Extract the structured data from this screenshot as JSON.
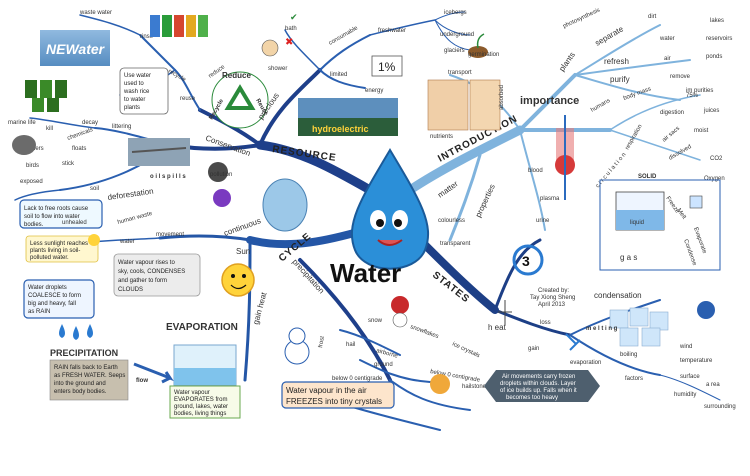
{
  "center": {
    "title": "Water"
  },
  "branches": {
    "resource": "RESOURCE",
    "introduction": "INTRODUCTION",
    "cycle": "CYCLE",
    "states": "STATES"
  },
  "resource": {
    "conservation": "Conservation",
    "reduce": "reduce",
    "reuse": "reuse",
    "recycle": "recycle",
    "waste_water": "waste water",
    "rinse": "rinse",
    "reuse_box": [
      "Use water",
      "used to",
      "wash rice",
      "to water",
      "plants"
    ],
    "bath": "bath",
    "shower": "shower",
    "precious": "precious",
    "consumable": "consumable",
    "freshwater": "freshwater",
    "icebergs": "icebergs",
    "underground": "underground",
    "glaciers": "glaciers",
    "limited": "limited",
    "one_percent": "1%",
    "energy": "energy",
    "hydroelectric": "hydroelectric",
    "pollution": "pollution",
    "oil_spills": "o i l  s p i l l s",
    "littering": "littering",
    "decay": "decay",
    "chemicals": "chemicals",
    "marine_life": "marine life",
    "kill": "kill",
    "feathers": "feathers",
    "birds": "birds",
    "stick": "stick",
    "floats": "floats",
    "deforestation": "deforestation",
    "exposed": "exposed",
    "soil": "soil",
    "soil_box": [
      "Lack to free roots cause",
      "soil to flow into water",
      "bodies."
    ],
    "sunlight_box": [
      "Less sunlight reaches",
      "plants living in soil-",
      "polluted water."
    ],
    "unhealed": "unhealed",
    "human_waste": "human waste",
    "recycle_logo": [
      "Reduce",
      "Reuse",
      "Recycle"
    ],
    "newater": "NEWater"
  },
  "introduction": {
    "transport": "transport",
    "germination": "germination",
    "absorbed": "absorbed",
    "nutrients": "nutrients",
    "photosynthesis": "photosynthesis",
    "plants": "plants",
    "separate": "separate",
    "dirt": "dirt",
    "lakes": "lakes",
    "water": "water",
    "reservoirs": "reservoirs",
    "ponds": "ponds",
    "refresh": "refresh",
    "air": "air",
    "purify": "purify",
    "remove": "remove",
    "impurities": "im  purities",
    "importance": "importance",
    "humans": "humans",
    "body_mass": "body mass",
    "seventy_five": "75%",
    "digestion": "digestion",
    "juices": "juices",
    "respiration": "respiration",
    "air_sacs": "air sacs",
    "moist": "moist",
    "dissolved": "dissolved",
    "co2": "CO2",
    "oxygen": "Oxygen",
    "circulation": "c i r c u l a t i o n",
    "blood": "blood",
    "plasma": "plasma",
    "urine": "urine",
    "matter": "matter",
    "properties": "properties",
    "colourless": "colourless",
    "transparent": "transparent"
  },
  "states": {
    "three": "3",
    "solid": "SOLID",
    "liquid": "liquid",
    "gas": "g  a  s",
    "melt": "Melt",
    "freeze": "Freeze",
    "evaporate": "Evaporate",
    "condense": "Condense",
    "credit": [
      "Created by:",
      "Tay Xiong Sheng",
      "April 2013"
    ],
    "heat": "h eat",
    "loss": "loss",
    "gain": "gain",
    "condensation": "condensation",
    "melting": "m e l t i n g",
    "boiling": "boiling",
    "evaporation": "evaporation",
    "factors": "factors",
    "wind": "wind",
    "temperature": "temperature",
    "surface": "surface",
    "area": "a  rea",
    "humidity": "humidity",
    "surrounding": "surrounding"
  },
  "cycle": {
    "continuous": "continuous",
    "movement": "movement",
    "water": "water",
    "sun": "Sun",
    "sun_box": [
      "Water vapour rises to",
      "sky, cools, CONDENSES",
      "and gather to form",
      "CLOUDS"
    ],
    "coalesce_box": [
      "Water droplets",
      "COALESCE to form",
      "big and heavy, fall",
      "as RAIN"
    ],
    "evaporation": "EVAPORATION",
    "precipitation_title": "PRECIPITATION",
    "rain_box": [
      "RAIN falls back to Earth",
      "as FRESH WATER. Seeps",
      "into the ground and",
      "enters body bodies."
    ],
    "flow": "flow",
    "vapour_box": [
      "Water vapour",
      "EVAPORATES from",
      "ground, lakes, water",
      "bodies, living things"
    ],
    "gain_heat": "gain heat",
    "precipitation": "precipitation",
    "frost": "frost",
    "snow": "snow",
    "snowflakes": "snowflakes",
    "ice_crystals": "ice crystals",
    "airborne": "airborne",
    "hail": "hail",
    "below_zero": "below 0 centigrade",
    "hailstones": "hailstones",
    "ground": "ground",
    "below_zero_2": "below 0 centigrade",
    "freeze_box": [
      "Water vapour in the air",
      "FREEZES into tiny crystals"
    ],
    "airmovement_box": [
      "Air movements carry frozen",
      "droplets within clouds. Layer",
      "of ice builds up. Falls when it",
      "becomes too heavy"
    ]
  },
  "colors": {
    "resource": "#1e3f8a",
    "introduction": "#6aa8d8",
    "cycle": "#2456a6",
    "states": "#1d3f86",
    "center_drop": "#2b8fd8"
  }
}
